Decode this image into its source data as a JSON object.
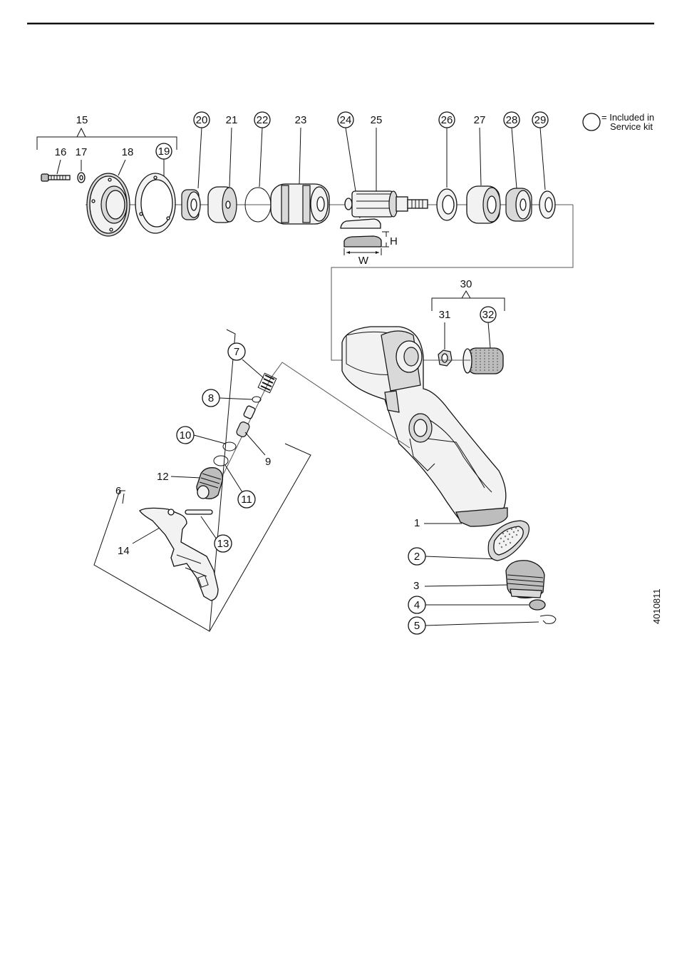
{
  "legend": {
    "text_line1": "= Included in",
    "text_line2": "Service kit"
  },
  "drawing_code": "4010811",
  "dimension_labels": {
    "height": "H",
    "width": "W"
  },
  "callouts": {
    "p1": "1",
    "p2": "2",
    "p3": "3",
    "p4": "4",
    "p5": "5",
    "p6": "6",
    "p7": "7",
    "p8": "8",
    "p9": "9",
    "p10": "10",
    "p11": "11",
    "p12": "12",
    "p13": "13",
    "p14": "14",
    "p15": "15",
    "p16": "16",
    "p17": "17",
    "p18": "18",
    "p19": "19",
    "p20": "20",
    "p21": "21",
    "p22": "22",
    "p23": "23",
    "p24": "24",
    "p25": "25",
    "p26": "26",
    "p27": "27",
    "p28": "28",
    "p29": "29",
    "p30": "30",
    "p31": "31",
    "p32": "32"
  }
}
